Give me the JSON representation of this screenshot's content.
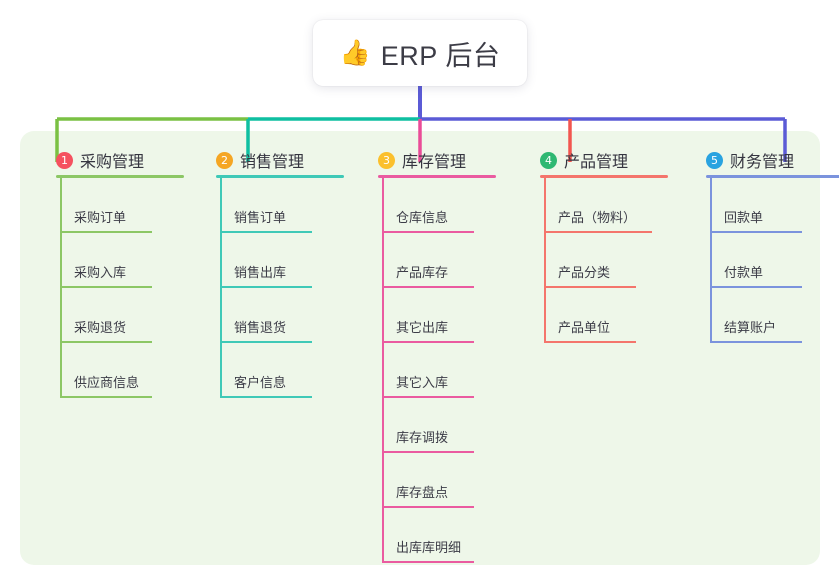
{
  "page": {
    "background": "#ffffff",
    "panel_color": "#eef7e9"
  },
  "root": {
    "icon": "thumbs-up-icon",
    "emoji": "👍",
    "title": "ERP 后台"
  },
  "connectors": {
    "trunk_color": "#5b5bd6",
    "bar_segments": [
      {
        "color": "#7ac143",
        "from": 57,
        "to": 248
      },
      {
        "color": "#0fbfa1",
        "from": 248,
        "to": 420
      },
      {
        "color": "#5b5bd6",
        "from": 420,
        "to": 785
      }
    ],
    "drop_colors": [
      "#7ac143",
      "#0fbfa1",
      "#ea4c98",
      "#f2564f",
      "#5b5bd6"
    ]
  },
  "columns": [
    {
      "index": "1",
      "badge_color": "#f5515f",
      "line_color": "#8cc765",
      "title": "采购管理",
      "items": [
        "采购订单",
        "采购入库",
        "采购退货",
        "供应商信息"
      ]
    },
    {
      "index": "2",
      "badge_color": "#f5a623",
      "line_color": "#3fc9b7",
      "title": "销售管理",
      "items": [
        "销售订单",
        "销售出库",
        "销售退货",
        "客户信息"
      ]
    },
    {
      "index": "3",
      "badge_color": "#fbc02d",
      "line_color": "#ea5ba0",
      "title": "库存管理",
      "items": [
        "仓库信息",
        "产品库存",
        "其它出库",
        "其它入库",
        "库存调拨",
        "库存盘点",
        "出库库明细"
      ]
    },
    {
      "index": "4",
      "badge_color": "#2eb872",
      "line_color": "#f4756c",
      "title": "产品管理",
      "items": [
        "产品（物料）",
        "产品分类",
        "产品单位"
      ]
    },
    {
      "index": "5",
      "badge_color": "#29a3e0",
      "line_color": "#7b93dd",
      "title": "财务管理",
      "items": [
        "回款单",
        "付款单",
        "结算账户"
      ]
    }
  ]
}
